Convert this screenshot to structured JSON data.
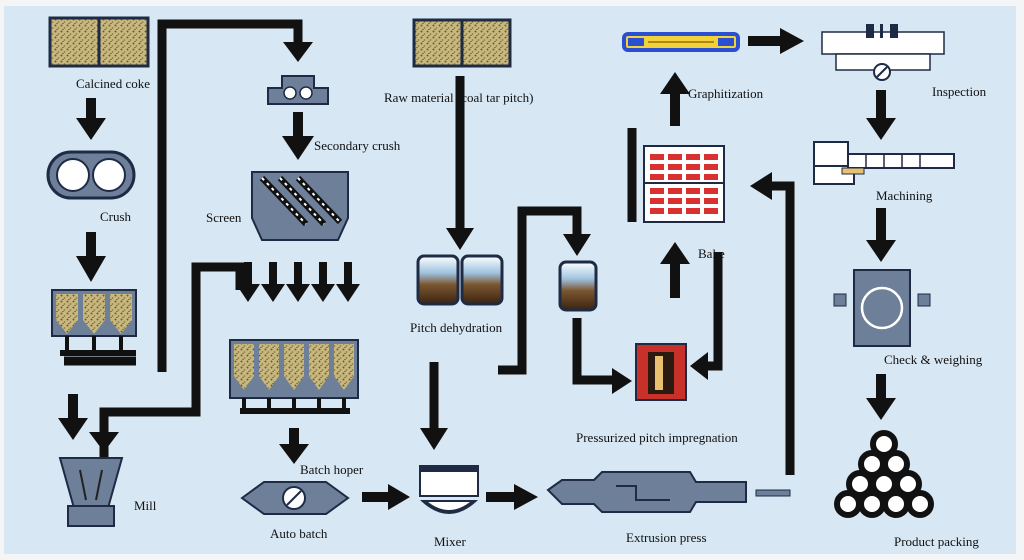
{
  "steps": {
    "calcined_coke": "Calcined coke",
    "crush": "Crush",
    "secondary_crush": "Secondary crush",
    "screen": "Screen",
    "mill": "Mill",
    "batch_hoper": "Batch hoper",
    "auto_batch": "Auto batch",
    "raw_material": "Raw material (coal tar pitch)",
    "pitch_dehydration": "Pitch dehydration",
    "mixer": "Mixer",
    "extrusion_press": "Extrusion press",
    "pressurized_impregnation": "Pressurized pitch impregnation",
    "bake": "Bake",
    "graphitization": "Graphitization",
    "inspection": "Inspection",
    "machining": "Machining",
    "check_weighing": "Check & weighing",
    "product_packing": "Product packing"
  },
  "colors": {
    "background": "#d7e7f3",
    "frame": "#f3f5f6",
    "flow": "#111111",
    "equipment": "#6e7f99",
    "outline": "#1f2b45",
    "material": "#c4b27a",
    "pitch": "#4a3018",
    "brick_red": "#d93030",
    "furnace_red": "#c8302a",
    "rod_yellow": "#f2d23b",
    "rod_blue": "#2a4fd0"
  }
}
